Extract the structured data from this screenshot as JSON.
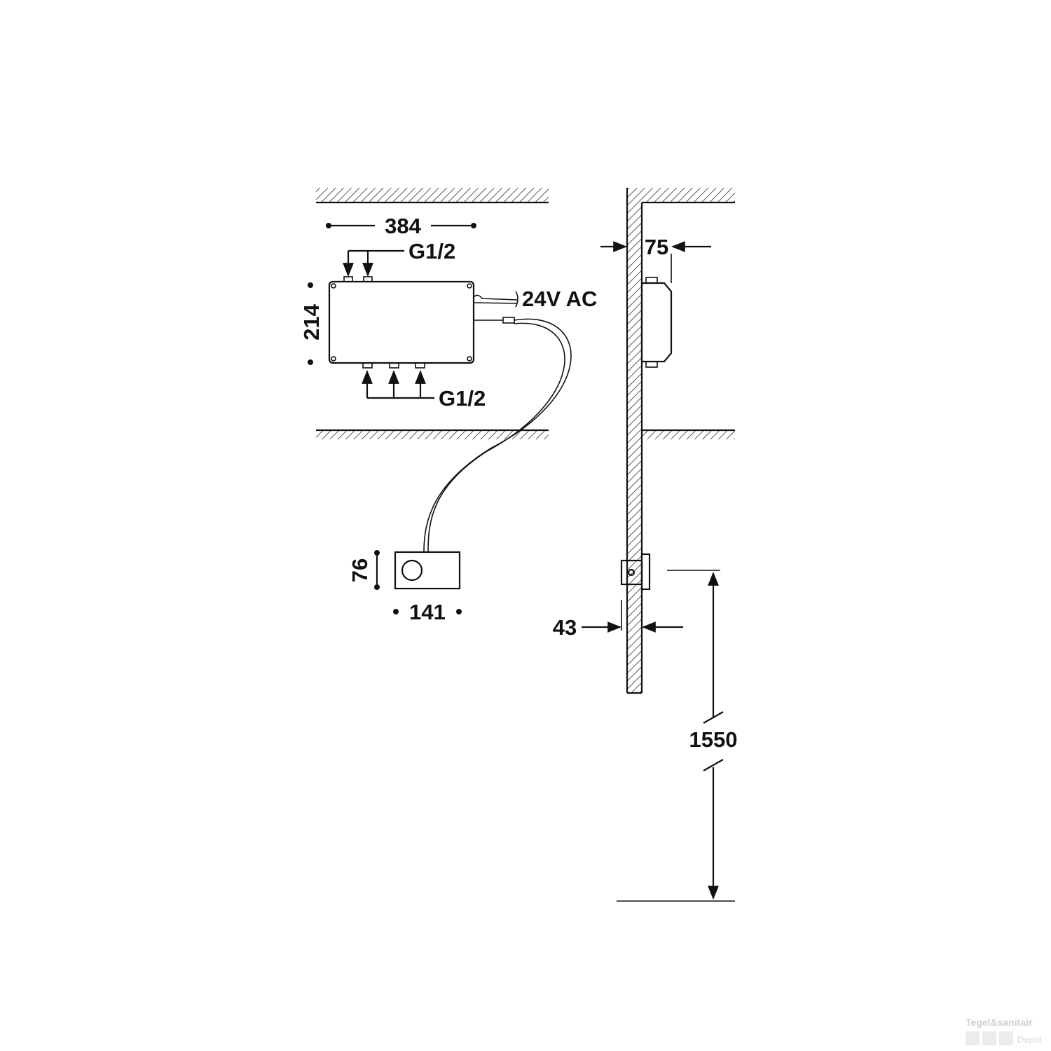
{
  "dimensions": {
    "box_width": "384",
    "box_height": "214",
    "inlet_top": "G1/2",
    "inlet_bottom": "G1/2",
    "power": "24V AC",
    "wall_depth": "75",
    "panel_height": "76",
    "panel_width": "141",
    "panel_depth": "43",
    "mount_height": "1550"
  },
  "watermark": {
    "brand": "Tegel&sanitair",
    "sub": "Depot"
  }
}
